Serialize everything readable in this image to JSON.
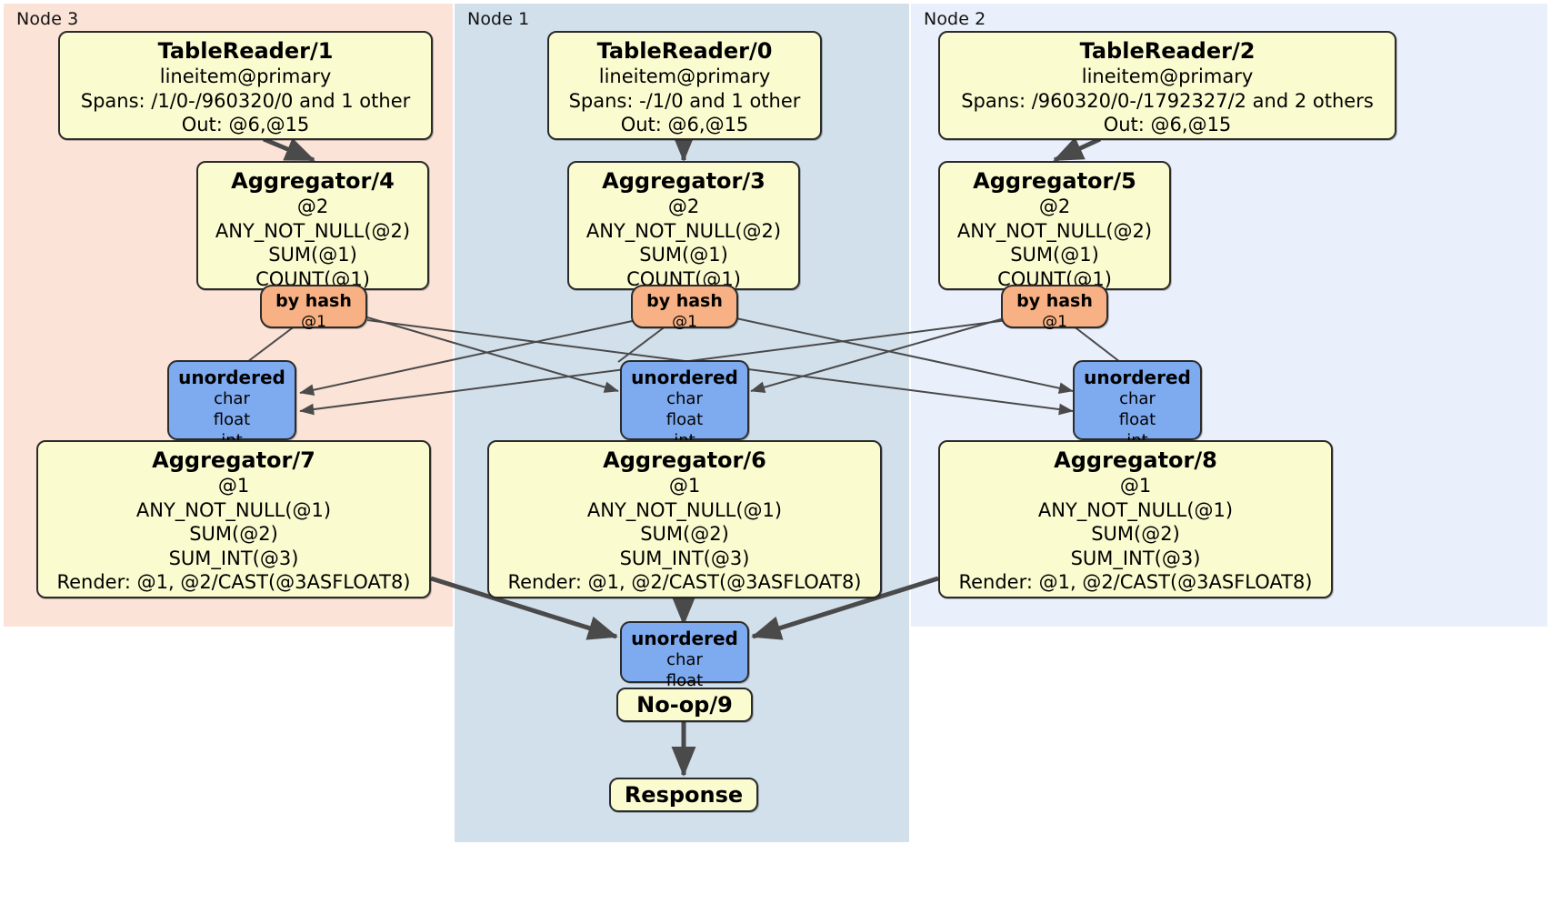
{
  "diagram": {
    "kind": "distributed-query-plan",
    "colors": {
      "panel_node3": "#fbe3d8",
      "panel_node1": "#d2e0ec",
      "panel_node2": "#eaf0fb",
      "processor_fill": "#fbfbd0",
      "router_fill": "#f7b184",
      "receiver_fill": "#7eaaf0",
      "edge_stroke": "#4a4a4a",
      "border": "#2b2b2b"
    }
  },
  "panels": [
    {
      "id": "node3",
      "label": "Node 3"
    },
    {
      "id": "node1",
      "label": "Node 1"
    },
    {
      "id": "node2",
      "label": "Node 2"
    }
  ],
  "table_readers": [
    {
      "id": "tr1",
      "title": "TableReader/1",
      "source": "lineitem@primary",
      "spans": "Spans: /1/0-/960320/0 and 1 other",
      "out": "Out: @6,@15"
    },
    {
      "id": "tr0",
      "title": "TableReader/0",
      "source": "lineitem@primary",
      "spans": "Spans: -/1/0 and 1 other",
      "out": "Out: @6,@15"
    },
    {
      "id": "tr2",
      "title": "TableReader/2",
      "source": "lineitem@primary",
      "spans": "Spans: /960320/0-/1792327/2 and 2 others",
      "out": "Out: @6,@15"
    }
  ],
  "local_aggregators": [
    {
      "id": "agg4",
      "title": "Aggregator/4",
      "group": "@2",
      "func1": "ANY_NOT_NULL(@2)",
      "func2": "SUM(@1)",
      "func3": "COUNT(@1)"
    },
    {
      "id": "agg3",
      "title": "Aggregator/3",
      "group": "@2",
      "func1": "ANY_NOT_NULL(@2)",
      "func2": "SUM(@1)",
      "func3": "COUNT(@1)"
    },
    {
      "id": "agg5",
      "title": "Aggregator/5",
      "group": "@2",
      "func1": "ANY_NOT_NULL(@2)",
      "func2": "SUM(@1)",
      "func3": "COUNT(@1)"
    }
  ],
  "hash_routers": [
    {
      "id": "hash4",
      "title": "by hash",
      "column": "@1"
    },
    {
      "id": "hash3",
      "title": "by hash",
      "column": "@1"
    },
    {
      "id": "hash5",
      "title": "by hash",
      "column": "@1"
    }
  ],
  "receivers_mid": [
    {
      "id": "rx7",
      "title": "unordered",
      "types": [
        "char",
        "float",
        "int"
      ]
    },
    {
      "id": "rx6",
      "title": "unordered",
      "types": [
        "char",
        "float",
        "int"
      ]
    },
    {
      "id": "rx8",
      "title": "unordered",
      "types": [
        "char",
        "float",
        "int"
      ]
    }
  ],
  "final_aggregators": [
    {
      "id": "agg7",
      "title": "Aggregator/7",
      "group": "@1",
      "func1": "ANY_NOT_NULL(@1)",
      "func2": "SUM(@2)",
      "func3": "SUM_INT(@3)",
      "render": "Render: @1, @2/CAST(@3ASFLOAT8)"
    },
    {
      "id": "agg6",
      "title": "Aggregator/6",
      "group": "@1",
      "func1": "ANY_NOT_NULL(@1)",
      "func2": "SUM(@2)",
      "func3": "SUM_INT(@3)",
      "render": "Render: @1, @2/CAST(@3ASFLOAT8)"
    },
    {
      "id": "agg8",
      "title": "Aggregator/8",
      "group": "@1",
      "func1": "ANY_NOT_NULL(@1)",
      "func2": "SUM(@2)",
      "func3": "SUM_INT(@3)",
      "render": "Render: @1, @2/CAST(@3ASFLOAT8)"
    }
  ],
  "final_receiver": {
    "id": "rx-final",
    "title": "unordered",
    "types": [
      "char",
      "float"
    ]
  },
  "noop": {
    "id": "noop9",
    "title": "No-op/9"
  },
  "response": {
    "id": "response",
    "title": "Response"
  }
}
